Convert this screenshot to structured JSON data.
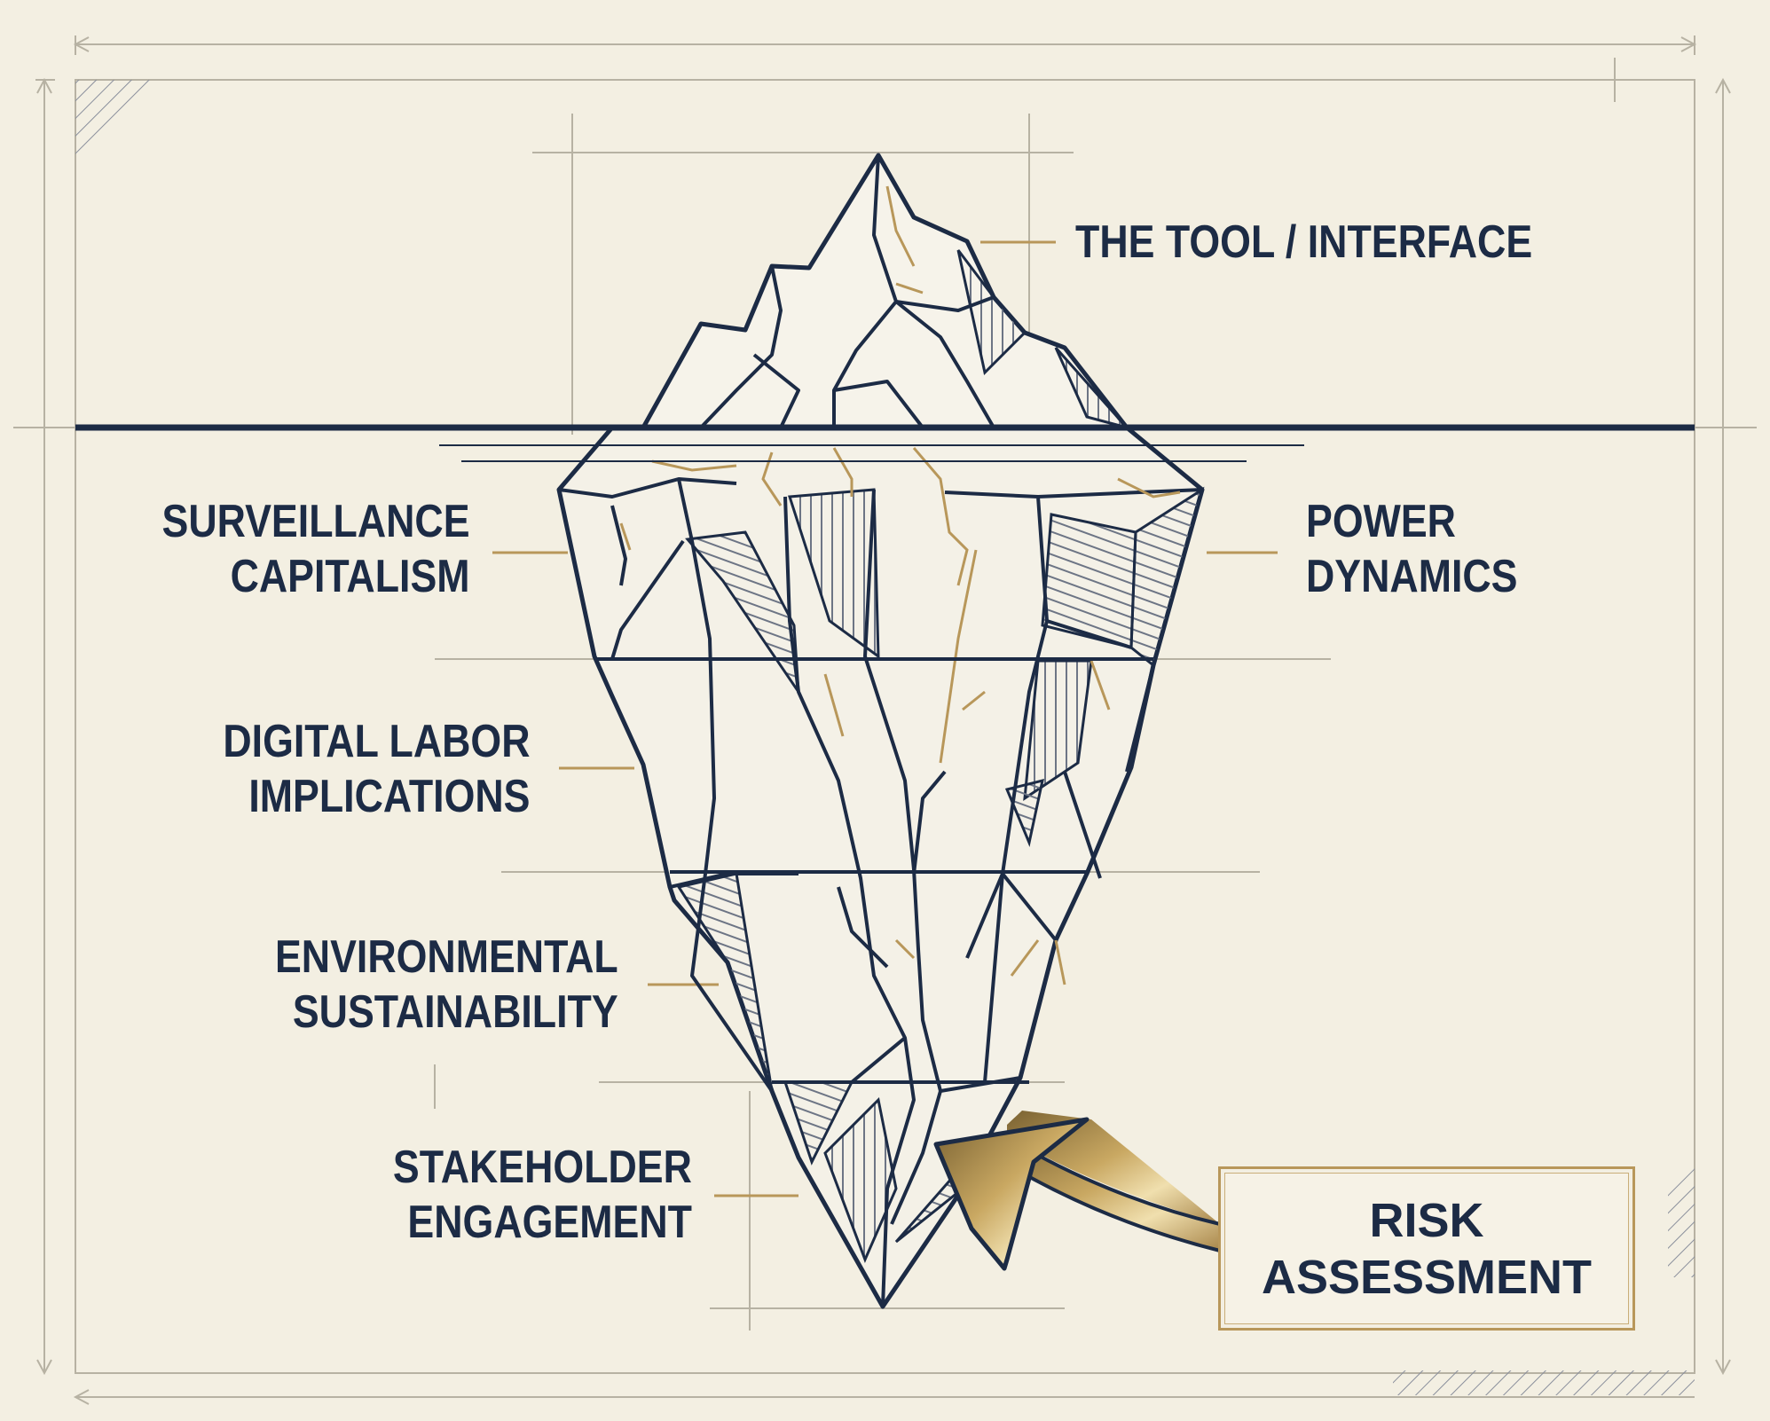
{
  "labels": {
    "tip": "THE TOOL / INTERFACE",
    "surveillance": {
      "line1": "SURVEILLANCE",
      "line2": "CAPITALISM"
    },
    "power": {
      "line1": "POWER",
      "line2": "DYNAMICS"
    },
    "labor": {
      "line1": "DIGITAL LABOR",
      "line2": "IMPLICATIONS"
    },
    "environment": {
      "line1": "ENVIRONMENTAL",
      "line2": "SUSTAINABILITY"
    },
    "stakeholder": {
      "line1": "STAKEHOLDER",
      "line2": "ENGAGEMENT"
    }
  },
  "callout": {
    "line1": "RISK",
    "line2": "ASSESSMENT"
  },
  "colors": {
    "ink": "#1c2b45",
    "gold": "#b8975a",
    "paper": "#f3efe2",
    "guide": "#cfcab8"
  }
}
